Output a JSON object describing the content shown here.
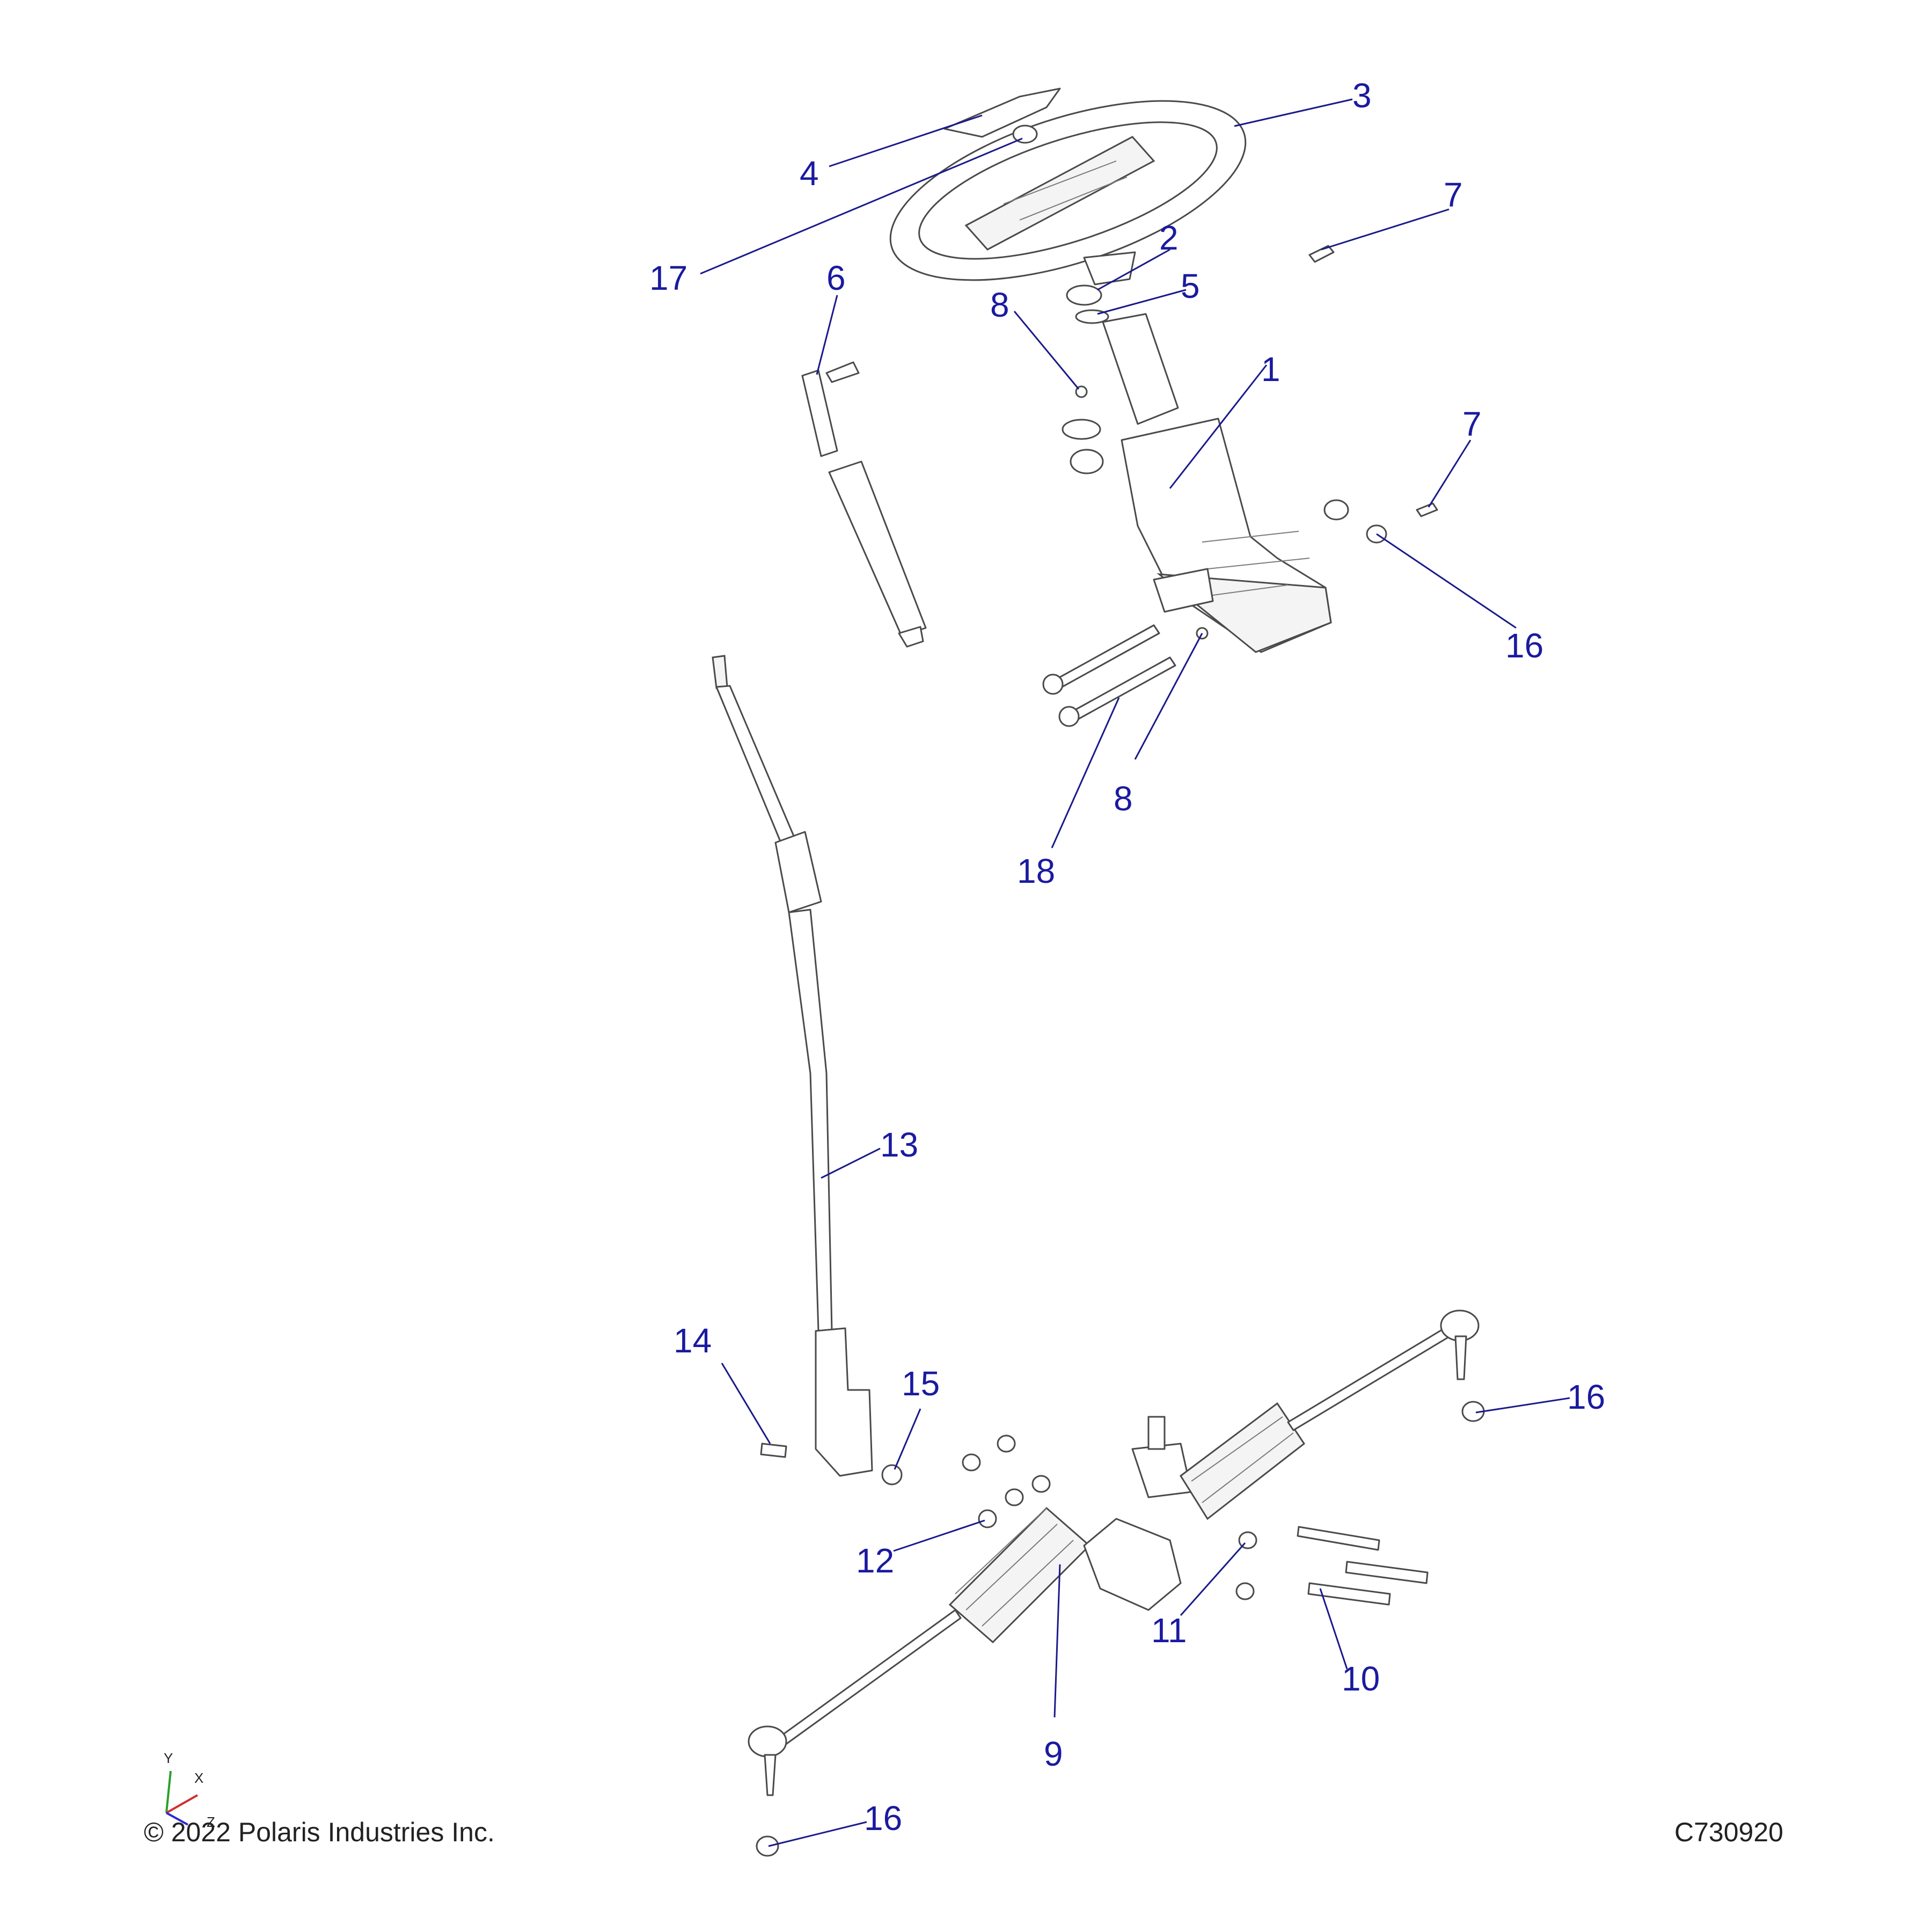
{
  "callouts": [
    {
      "id": "c1",
      "label": "1"
    },
    {
      "id": "c2",
      "label": "2"
    },
    {
      "id": "c3",
      "label": "3"
    },
    {
      "id": "c4",
      "label": "4"
    },
    {
      "id": "c5",
      "label": "5"
    },
    {
      "id": "c6",
      "label": "6"
    },
    {
      "id": "c7a",
      "label": "7"
    },
    {
      "id": "c7b",
      "label": "7"
    },
    {
      "id": "c8a",
      "label": "8"
    },
    {
      "id": "c8b",
      "label": "8"
    },
    {
      "id": "c9",
      "label": "9"
    },
    {
      "id": "c10",
      "label": "10"
    },
    {
      "id": "c11",
      "label": "11"
    },
    {
      "id": "c12",
      "label": "12"
    },
    {
      "id": "c13",
      "label": "13"
    },
    {
      "id": "c14",
      "label": "14"
    },
    {
      "id": "c15",
      "label": "15"
    },
    {
      "id": "c16a",
      "label": "16"
    },
    {
      "id": "c16b",
      "label": "16"
    },
    {
      "id": "c16c",
      "label": "16"
    },
    {
      "id": "c17",
      "label": "17"
    },
    {
      "id": "c18",
      "label": "18"
    }
  ],
  "axes": {
    "y": "Y",
    "x": "X",
    "z": "Z"
  },
  "footer": {
    "copyright": "© 2022 Polaris Industries Inc.",
    "drawing_id": "C730920"
  },
  "colors": {
    "callout": "#1a1aa0",
    "line": "#4a4a4a"
  }
}
